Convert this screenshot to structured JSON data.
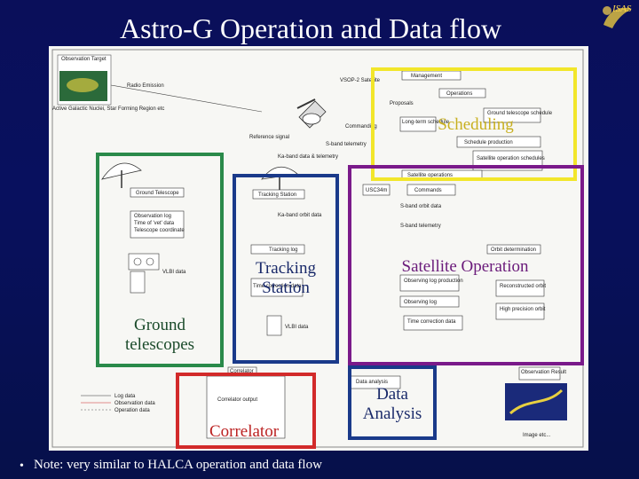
{
  "title": "Astro-G Operation and Data flow",
  "logo_text": "ISAS",
  "overlay_labels": {
    "scheduling": "Scheduling",
    "satellite_operation": "Satellite Operation",
    "tracking_station": "Tracking\nStation",
    "ground_telescopes": "Ground\ntelescopes",
    "correlator": "Correlator",
    "data_analysis": "Data\nAnalysis"
  },
  "note": "Note: very similar to HALCA operation and data flow",
  "colors": {
    "scheduling_frame": "#f2e62a",
    "satellite_operation_frame": "#7a1a8a",
    "tracking_frame": "#1a3a8a",
    "ground_frame": "#2a8a4a",
    "correlator_frame": "#d22a2a",
    "data_analysis_frame": "#1a3a8a",
    "background": "#0a0f5a"
  },
  "diagram_text": {
    "observation_target": "Observation Target",
    "radio_emission": "Radio Emission",
    "target_examples": "Active Galactic Nuclei, Star Forming Region etc",
    "vsop2_satellite": "VSOP-2 Satellite",
    "management": "Management",
    "operations": "Operations",
    "proposals": "Proposals",
    "ground_telescope_schedule": "Ground telescope schedule",
    "long_term_schedule": "Long-term schedule",
    "schedule_production": "Schedule production",
    "satellite_operation_schedules": "Satellite operation schedules",
    "commanding": "Commanding",
    "reference_signal": "Reference signal",
    "s_band_telemetry": "S-band telemetry",
    "ka_band_data_telemetry": "Ka-band data & telemetry",
    "satellite_operations": "Satellite operations",
    "usc34m": "USC34m",
    "commands": "Commands",
    "s_band_orbit_data": "S-band orbit data",
    "s_band_telemetry2": "S-band telemetry",
    "ground_telescope": "Ground Telescope",
    "tracking_station": "Tracking Station",
    "ka_band_orbit_data": "Ka-band orbit data",
    "observation_log": "Observation log",
    "time_of_vet_data": "Time of 'vet' data",
    "telescope_coordinate": "Telescope coordinate",
    "tracking_log": "Tracking log",
    "vlbi_data": "VLBI data",
    "orbit_determination": "Orbit determination",
    "observing_log_production": "Observing log production",
    "reconstructed_orbit": "Reconstructed orbit",
    "observing_log": "Observing log",
    "time_correction_data": "Time correction data",
    "high_precision_orbit": "High precision orbit",
    "time_correction_data2": "Time correction data",
    "vlbi_data2": "VLBI data",
    "correlator": "Correlator",
    "correlator_output": "Correlator output",
    "data_analysis": "Data analysis",
    "observation_result": "Observation Result",
    "image_etc": "Image etc...",
    "legend_log_data": "Log data",
    "legend_observation_data": "Observation data",
    "legend_operation_data": "Operation data"
  }
}
